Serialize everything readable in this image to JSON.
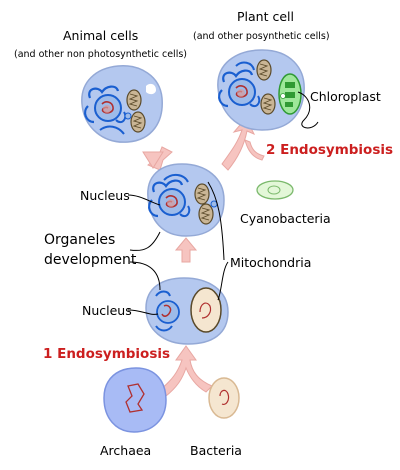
{
  "colors": {
    "cell_fill": "#b4c8ef",
    "cell_stroke": "#94a9d6",
    "membrane_blue": "#1a5fd0",
    "nucleus_fill": "#9dbbe9",
    "chromatin": "#b03030",
    "mito_fill": "#c9b595",
    "mito_stroke": "#5a4a2a",
    "chloro_fill": "#9ee79a",
    "chloro_stroke": "#2f9a34",
    "arrow_fill": "#f6c4c0",
    "arrow_stroke": "#e8a7a2",
    "accent_red": "#cc1f1f",
    "archaea_fill": "#a8bbf5",
    "archaea_stroke": "#7b93e0",
    "bacteria_fill": "#f5e6d0",
    "bacteria_stroke": "#d9b993",
    "cyano_fill": "#e3f7d8",
    "cyano_stroke": "#7bb96c"
  },
  "labels": {
    "animal_title": "Animal cells",
    "animal_subtitle": "(and other non photosynthetic cells)",
    "plant_title": "Plant cell",
    "plant_subtitle": "(and other posynthetic cells)",
    "chloroplast": "Chloroplast",
    "endosymbiosis_2": "2 Endosymbiosis",
    "nucleus_upper": "Nucleus",
    "cyanobacteria": "Cyanobacteria",
    "organeles_line1": "Organeles",
    "organeles_line2": "development",
    "mitochondria": "Mitochondria",
    "nucleus_lower": "Nucleus",
    "endosymbiosis_1": "1 Endosymbiosis",
    "archaea": "Archaea",
    "bacteria": "Bacteria"
  }
}
